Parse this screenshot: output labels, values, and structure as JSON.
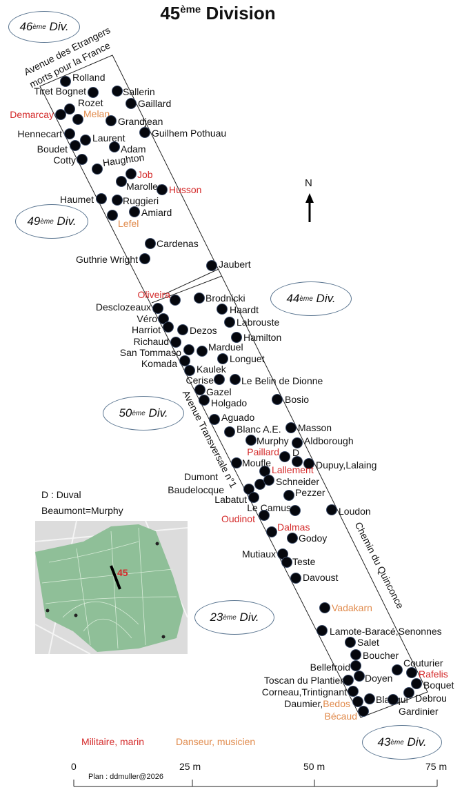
{
  "title": {
    "number": "45",
    "sup": "ème",
    "word": "Division"
  },
  "divisions": [
    {
      "number": "46",
      "sup": "ème",
      "word": "Div."
    },
    {
      "number": "49",
      "sup": "ème",
      "word": "Div."
    },
    {
      "number": "44",
      "sup": "ème",
      "word": "Div."
    },
    {
      "number": "50",
      "sup": "ème",
      "word": "Div."
    },
    {
      "number": "23",
      "sup": "ème",
      "word": "Div."
    },
    {
      "number": "43",
      "sup": "ème",
      "word": "Div."
    }
  ],
  "avenues": {
    "etrangers_line1": "Avenue des Etrangers",
    "etrangers_line2": "morts pour la France",
    "transversale": "Avenue Transversale n°1",
    "quinconce": "Chemin du Quinconce"
  },
  "north_label": "N",
  "colors": {
    "military": "#d42a2a",
    "musician": "#e0894a",
    "dot": "#05070d"
  },
  "graves": [
    {
      "segments": [
        {
          "text": "Rolland"
        }
      ]
    },
    {
      "segments": [
        {
          "text": "Tiret Bognet"
        }
      ]
    },
    {
      "segments": [
        {
          "text": "Sallerin"
        }
      ]
    },
    {
      "segments": [
        {
          "text": "Gaillard"
        }
      ]
    },
    {
      "segments": [
        {
          "text": "Rozet"
        }
      ]
    },
    {
      "segments": [
        {
          "text": "Demarcay",
          "role": "military"
        }
      ]
    },
    {
      "segments": [
        {
          "text": "Melan",
          "role": "musician"
        }
      ]
    },
    {
      "segments": [
        {
          "text": "Grandjean"
        }
      ]
    },
    {
      "segments": [
        {
          "text": "Guilhem Pothuau"
        }
      ]
    },
    {
      "segments": [
        {
          "text": "Hennecart"
        }
      ]
    },
    {
      "segments": [
        {
          "text": "Laurent"
        }
      ]
    },
    {
      "segments": [
        {
          "text": "Boudet"
        }
      ]
    },
    {
      "segments": [
        {
          "text": "Adam"
        }
      ]
    },
    {
      "segments": [
        {
          "text": "Cotty"
        }
      ]
    },
    {
      "segments": [
        {
          "text": "Haughton"
        }
      ]
    },
    {
      "segments": [
        {
          "text": "Job",
          "role": "military"
        }
      ]
    },
    {
      "segments": [
        {
          "text": "Marolles"
        }
      ]
    },
    {
      "segments": [
        {
          "text": "Husson",
          "role": "military"
        }
      ]
    },
    {
      "segments": [
        {
          "text": "Haumet"
        }
      ]
    },
    {
      "segments": [
        {
          "text": "Ruggieri"
        }
      ]
    },
    {
      "segments": [
        {
          "text": "Amiard"
        }
      ]
    },
    {
      "segments": [
        {
          "text": "Lefel",
          "role": "musician"
        }
      ]
    },
    {
      "segments": [
        {
          "text": "Cardenas"
        }
      ]
    },
    {
      "segments": [
        {
          "text": "Guthrie Wright"
        }
      ]
    },
    {
      "segments": [
        {
          "text": "Jaubert"
        }
      ]
    },
    {
      "segments": [
        {
          "text": "Oliveira",
          "role": "military"
        }
      ]
    },
    {
      "segments": [
        {
          "text": "Brodnicki"
        }
      ]
    },
    {
      "segments": [
        {
          "text": "Desclozeaux"
        }
      ]
    },
    {
      "segments": [
        {
          "text": "Haardt"
        }
      ]
    },
    {
      "segments": [
        {
          "text": "Véro"
        }
      ]
    },
    {
      "segments": [
        {
          "text": "Labrouste"
        }
      ]
    },
    {
      "segments": [
        {
          "text": "Harriot"
        }
      ]
    },
    {
      "segments": [
        {
          "text": "Dezos"
        }
      ]
    },
    {
      "segments": [
        {
          "text": "Hamilton"
        }
      ]
    },
    {
      "segments": [
        {
          "text": "Richaud"
        }
      ]
    },
    {
      "segments": [
        {
          "text": "San Tommaso"
        }
      ]
    },
    {
      "segments": [
        {
          "text": "Marduel"
        }
      ]
    },
    {
      "segments": [
        {
          "text": "Komada"
        }
      ]
    },
    {
      "segments": [
        {
          "text": "Longuet"
        }
      ]
    },
    {
      "segments": [
        {
          "text": "Kaulek"
        }
      ]
    },
    {
      "segments": [
        {
          "text": "Cerise"
        }
      ]
    },
    {
      "segments": [
        {
          "text": "Le Belin de Dionne"
        }
      ]
    },
    {
      "segments": [
        {
          "text": "Gazel"
        }
      ]
    },
    {
      "segments": [
        {
          "text": "Holgado"
        }
      ]
    },
    {
      "segments": [
        {
          "text": "Bosio"
        }
      ]
    },
    {
      "segments": [
        {
          "text": "Aguado"
        }
      ]
    },
    {
      "segments": [
        {
          "text": "Masson"
        }
      ]
    },
    {
      "segments": [
        {
          "text": "Blanc A.E."
        }
      ]
    },
    {
      "segments": [
        {
          "text": "Murphy"
        }
      ]
    },
    {
      "segments": [
        {
          "text": "Aldborough"
        }
      ]
    },
    {
      "segments": [
        {
          "text": "Paillard",
          "role": "military"
        }
      ]
    },
    {
      "segments": [
        {
          "text": "D"
        }
      ]
    },
    {
      "segments": [
        {
          "text": "Dupuy,Lalaing"
        }
      ]
    },
    {
      "segments": [
        {
          "text": "Moufle"
        }
      ]
    },
    {
      "segments": [
        {
          "text": "Lallement",
          "role": "military"
        }
      ]
    },
    {
      "segments": [
        {
          "text": "Dumont"
        }
      ]
    },
    {
      "segments": [
        {
          "text": "Schneider"
        }
      ]
    },
    {
      "segments": [
        {
          "text": "Baudelocque"
        }
      ]
    },
    {
      "segments": [
        {
          "text": "Labatut"
        }
      ]
    },
    {
      "segments": [
        {
          "text": "Pezzer"
        }
      ]
    },
    {
      "segments": [
        {
          "text": "Le Camus"
        }
      ]
    },
    {
      "segments": [
        {
          "text": "Loudon"
        }
      ]
    },
    {
      "segments": [
        {
          "text": "Oudinot",
          "role": "military"
        }
      ]
    },
    {
      "segments": [
        {
          "text": "Dalmas",
          "role": "military"
        }
      ]
    },
    {
      "segments": [
        {
          "text": "Godoy"
        }
      ]
    },
    {
      "segments": [
        {
          "text": "Mutiaux"
        }
      ]
    },
    {
      "segments": [
        {
          "text": "Teste"
        }
      ]
    },
    {
      "segments": [
        {
          "text": "Davoust"
        }
      ]
    },
    {
      "segments": [
        {
          "text": "Vadakarn",
          "role": "musician"
        }
      ]
    },
    {
      "segments": [
        {
          "text": "Lamote-Baracé,Senonnes"
        }
      ]
    },
    {
      "segments": [
        {
          "text": "Salet"
        }
      ]
    },
    {
      "segments": [
        {
          "text": "Boucher"
        }
      ]
    },
    {
      "segments": [
        {
          "text": "Bellefroid"
        }
      ]
    },
    {
      "segments": [
        {
          "text": "Doyen"
        }
      ]
    },
    {
      "segments": [
        {
          "text": "Couturier"
        }
      ]
    },
    {
      "segments": [
        {
          "text": "Rafelis",
          "role": "military"
        }
      ]
    },
    {
      "segments": [
        {
          "text": "Toscan du Plantier"
        }
      ]
    },
    {
      "segments": [
        {
          "text": "Boquet"
        }
      ]
    },
    {
      "segments": [
        {
          "text": "Corneau,Trintignant"
        }
      ]
    },
    {
      "segments": [
        {
          "text": "Blanqui"
        }
      ]
    },
    {
      "segments": [
        {
          "text": "Debrou"
        }
      ]
    },
    {
      "segments": [
        {
          "text": "Daumier,"
        },
        {
          "text": "Bedos",
          "role": "musician"
        }
      ]
    },
    {
      "segments": [
        {
          "text": "Gardinier"
        }
      ]
    },
    {
      "segments": [
        {
          "text": "Bécaud",
          "role": "musician"
        }
      ]
    }
  ],
  "legend": {
    "d_note": "D : Duval",
    "alias_note": "Beaumont=Murphy",
    "military": "Militaire, marin",
    "musician": "Danseur, musicien",
    "map_marker": "45"
  },
  "scale": {
    "ticks": [
      "0",
      "25 m",
      "50 m",
      "75 m"
    ],
    "credit": "Plan : ddmuller@2026"
  }
}
